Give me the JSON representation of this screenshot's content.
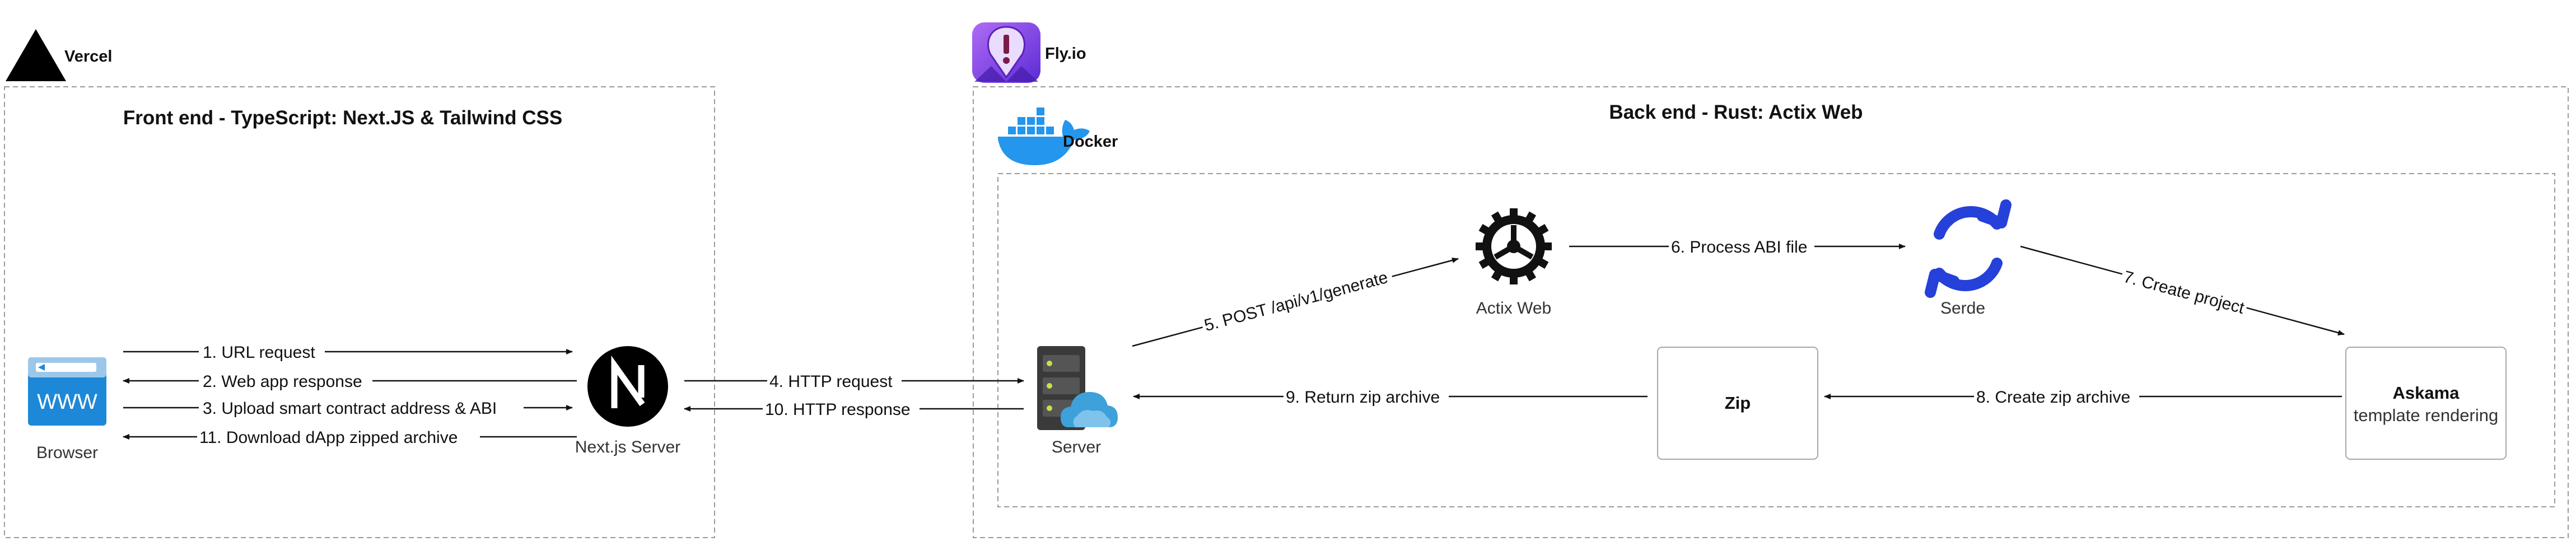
{
  "hosts": {
    "vercel": "Vercel",
    "flyio": "Fly.io",
    "docker": "Docker"
  },
  "frontend": {
    "title": "Front end - TypeScript: Next.JS & Tailwind CSS",
    "browser_label": "Browser",
    "nextjs_label": "Next.js Server",
    "browser_icon_text": "WWW"
  },
  "backend": {
    "title": "Back end - Rust: Actix Web",
    "server_label": "Server",
    "actix_label": "Actix Web",
    "serde_label": "Serde",
    "zip_label": "Zip",
    "askama_title": "Askama",
    "askama_subtitle": "template rendering"
  },
  "edges": {
    "e1": "1. URL request",
    "e2": "2. Web app response",
    "e3": "3. Upload smart contract address & ABI",
    "e11": "11. Download dApp zipped archive",
    "e4": "4. HTTP request",
    "e10": "10. HTTP response",
    "e5": "5. POST /api/v1/generate",
    "e6": "6. Process ABI file",
    "e7": "7. Create  project",
    "e8": "8. Create zip archive",
    "e9": "9. Return zip archive"
  },
  "colors": {
    "boundary": "#9a9a9a",
    "arrow": "#111111",
    "browser_blue": "#1e88d8",
    "serde_blue": "#2541d9",
    "docker_blue": "#2496ed",
    "fly_purple": "#7b3fe4",
    "cloud_blue": "#3ea1da"
  }
}
